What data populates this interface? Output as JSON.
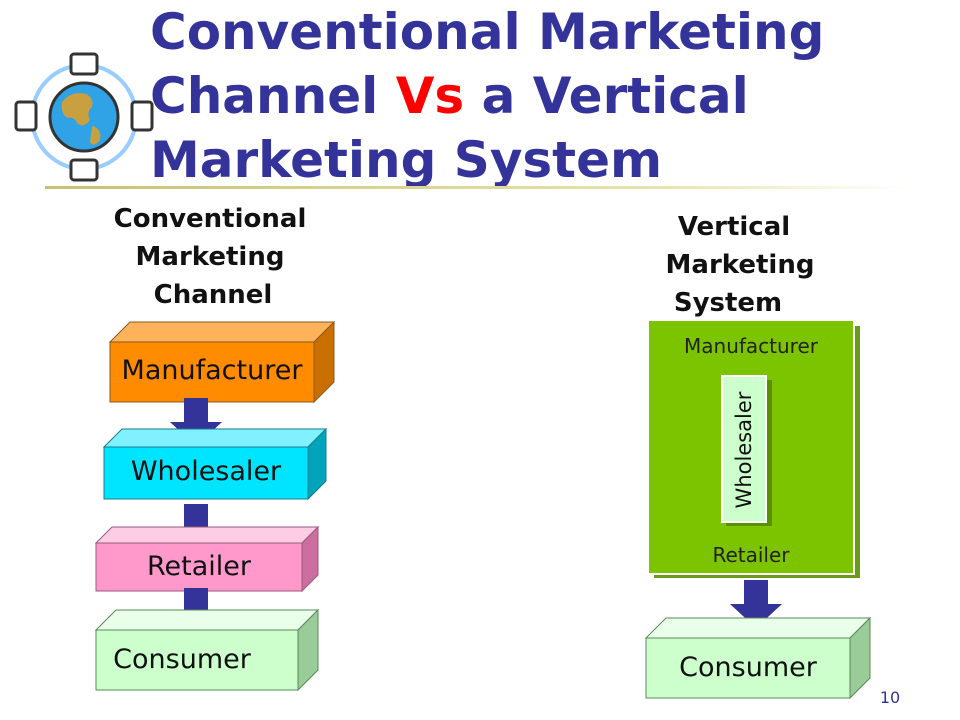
{
  "slide": {
    "title_part1": "Conventional Marketing Channel ",
    "title_vs": "Vs",
    "title_part2": " a Vertical Marketing System",
    "page_number": "10"
  },
  "conventional": {
    "heading_lines": [
      "Conventional",
      "Marketing",
      "Channel"
    ],
    "boxes": [
      {
        "label": "Manufacturer",
        "color": "#ff8c00"
      },
      {
        "label": "Wholesaler",
        "color": "#00e5ff"
      },
      {
        "label": "Retailer",
        "color": "#ff99cc"
      },
      {
        "label": "Consumer",
        "color": "#ccffcc"
      }
    ]
  },
  "vertical": {
    "heading_lines": [
      "Vertical",
      "Marketing",
      "System"
    ],
    "outer_top_label": "Manufacturer",
    "inner_label": "Wholesaler",
    "outer_bottom_label": "Retailer",
    "consumer_label": "Consumer",
    "outer_color": "#7dc400",
    "inner_color": "#ccffcc"
  },
  "colors": {
    "title": "#333399",
    "vs": "#ff0000",
    "arrow": "#333399"
  }
}
